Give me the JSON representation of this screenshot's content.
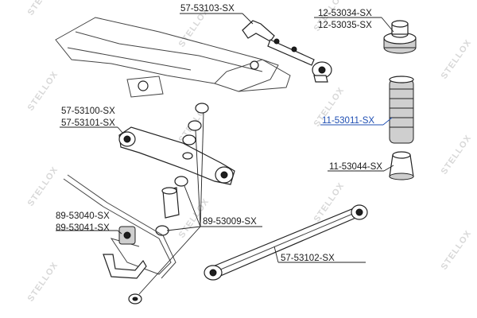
{
  "watermark": {
    "text": "STELLOX"
  },
  "labels": {
    "top_link": "57-53103-SX",
    "mount_a": "12-53034-SX",
    "mount_b": "12-53035-SX",
    "boot": "11-53011-SX",
    "arm_a": "57-53100-SX",
    "arm_b": "57-53101-SX",
    "bump_stop": "11-53044-SX",
    "bushing": "89-53009-SX",
    "stab_a": "89-53040-SX",
    "stab_b": "89-53041-SX",
    "trailing_link": "57-53102-SX"
  },
  "colors": {
    "highlight": "#1f4fb3",
    "ink": "#1a1a1a",
    "watermark": "#d8d8d8"
  }
}
